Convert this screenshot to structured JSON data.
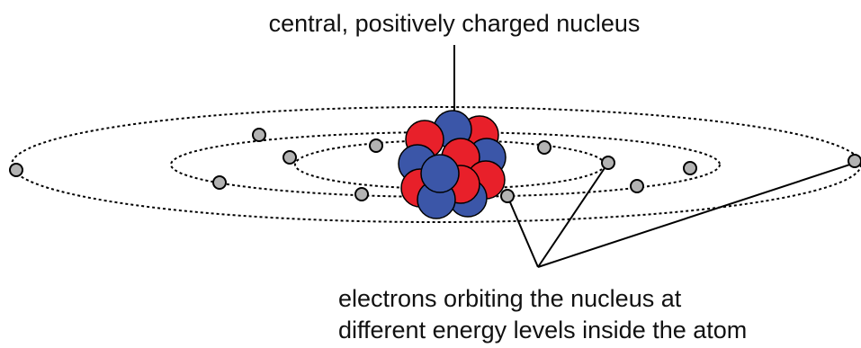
{
  "labels": {
    "nucleus": "central, positively charged nucleus",
    "electrons_line1": "electrons orbiting the nucleus at",
    "electrons_line2": "different energy levels inside the atom"
  },
  "colors": {
    "proton": "#e8202a",
    "neutron": "#3b56a8",
    "electron": "#b3b3b3",
    "stroke": "#000000"
  }
}
